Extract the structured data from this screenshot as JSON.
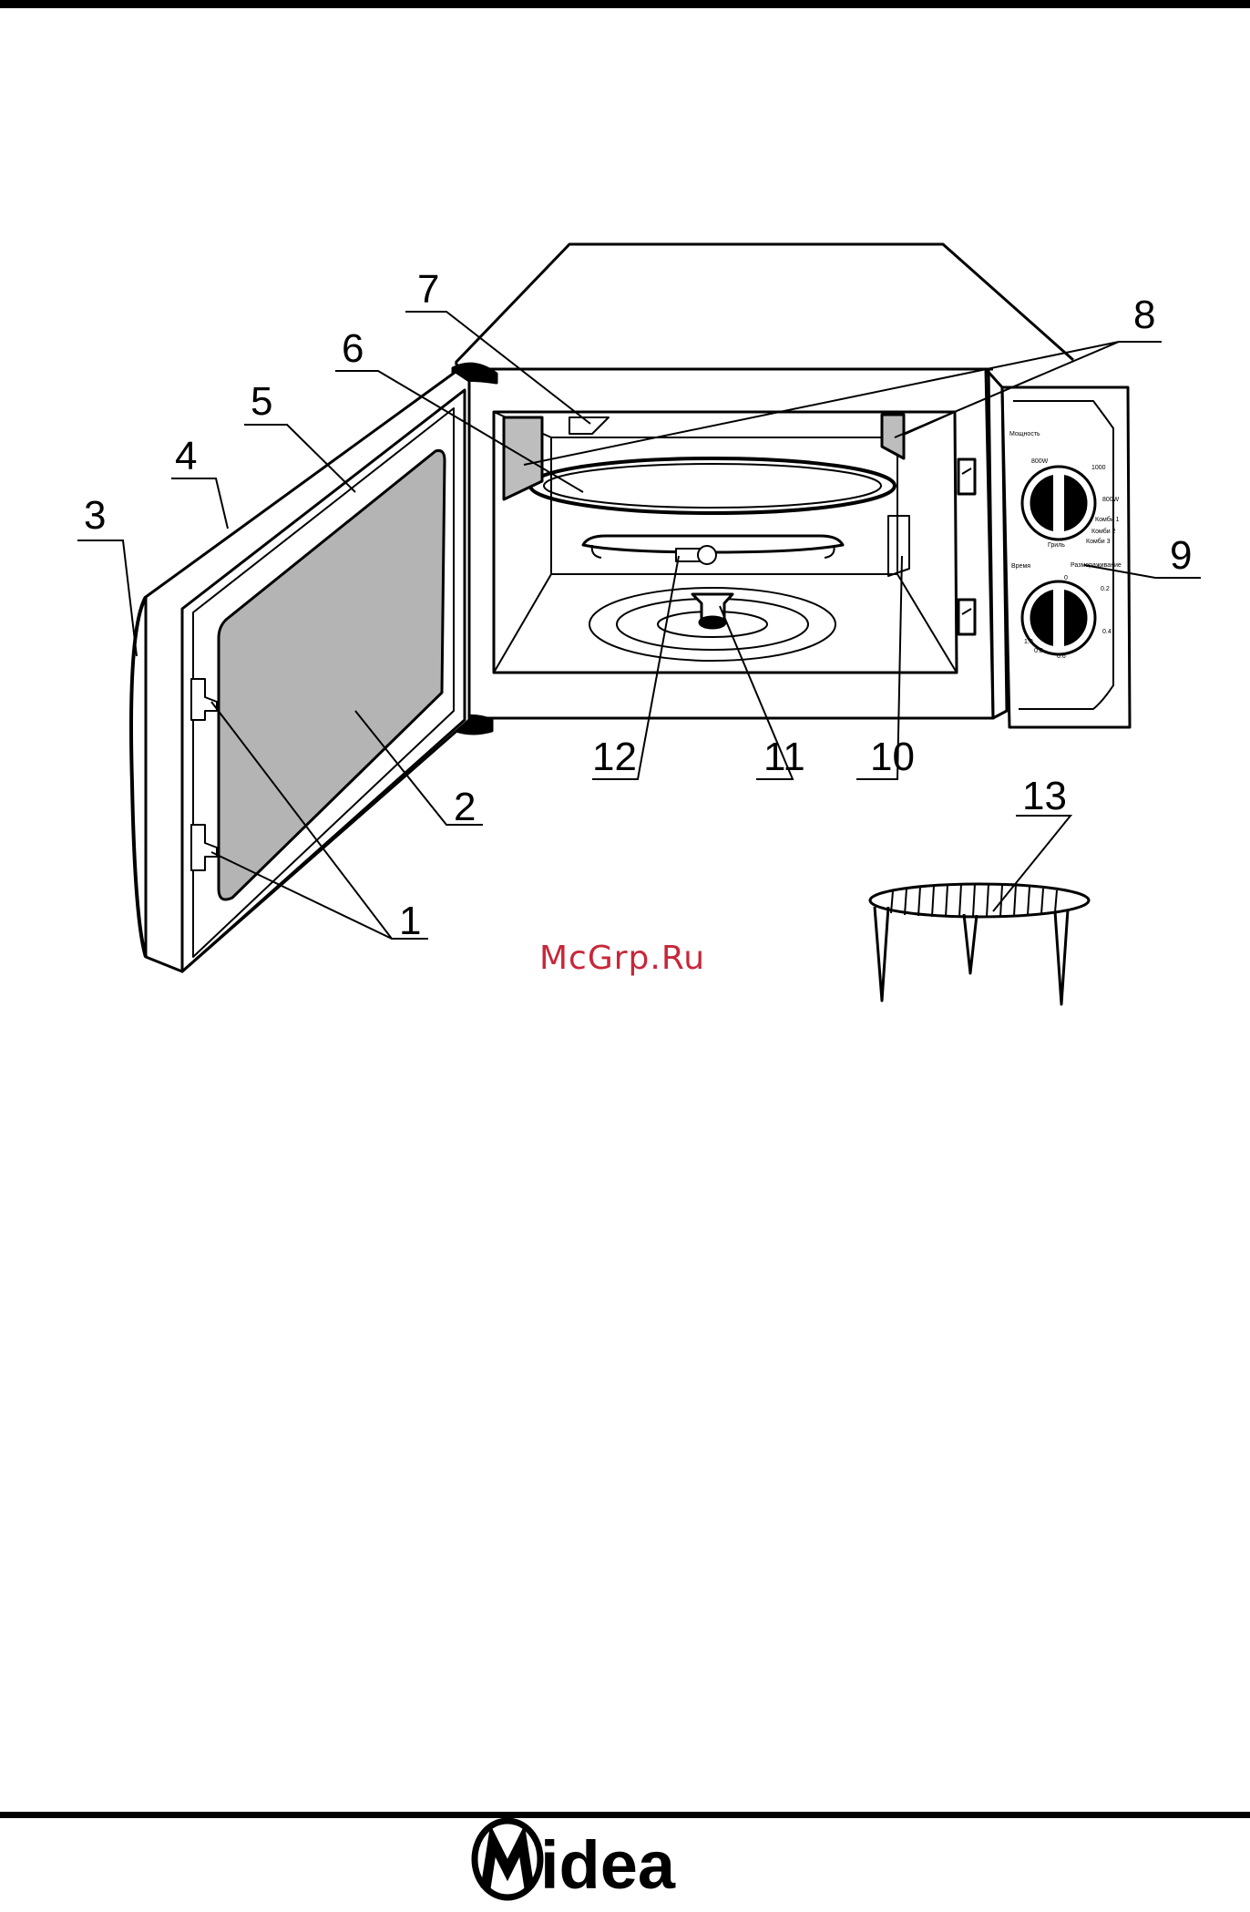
{
  "callouts": [
    "1",
    "2",
    "3",
    "4",
    "5",
    "6",
    "7",
    "8",
    "9",
    "10",
    "11",
    "12",
    "13"
  ],
  "control_panel": {
    "power_label": "Мощность",
    "time_label": "Время",
    "defrost_label": "Размораживание",
    "power_marks": [
      "800W",
      "1000",
      "800W",
      "Комби 1",
      "Комби 2",
      "Комби 3",
      "Гриль"
    ],
    "time_marks": [
      "0",
      "0.2",
      "0.4",
      "0.6",
      "0.8",
      "1.0"
    ]
  },
  "watermark": "McGrp.Ru",
  "brand": {
    "logo_text": "idea"
  },
  "colors": {
    "ink": "#000000",
    "glass": "#b4b4b4",
    "watermark": "#c8273a"
  }
}
